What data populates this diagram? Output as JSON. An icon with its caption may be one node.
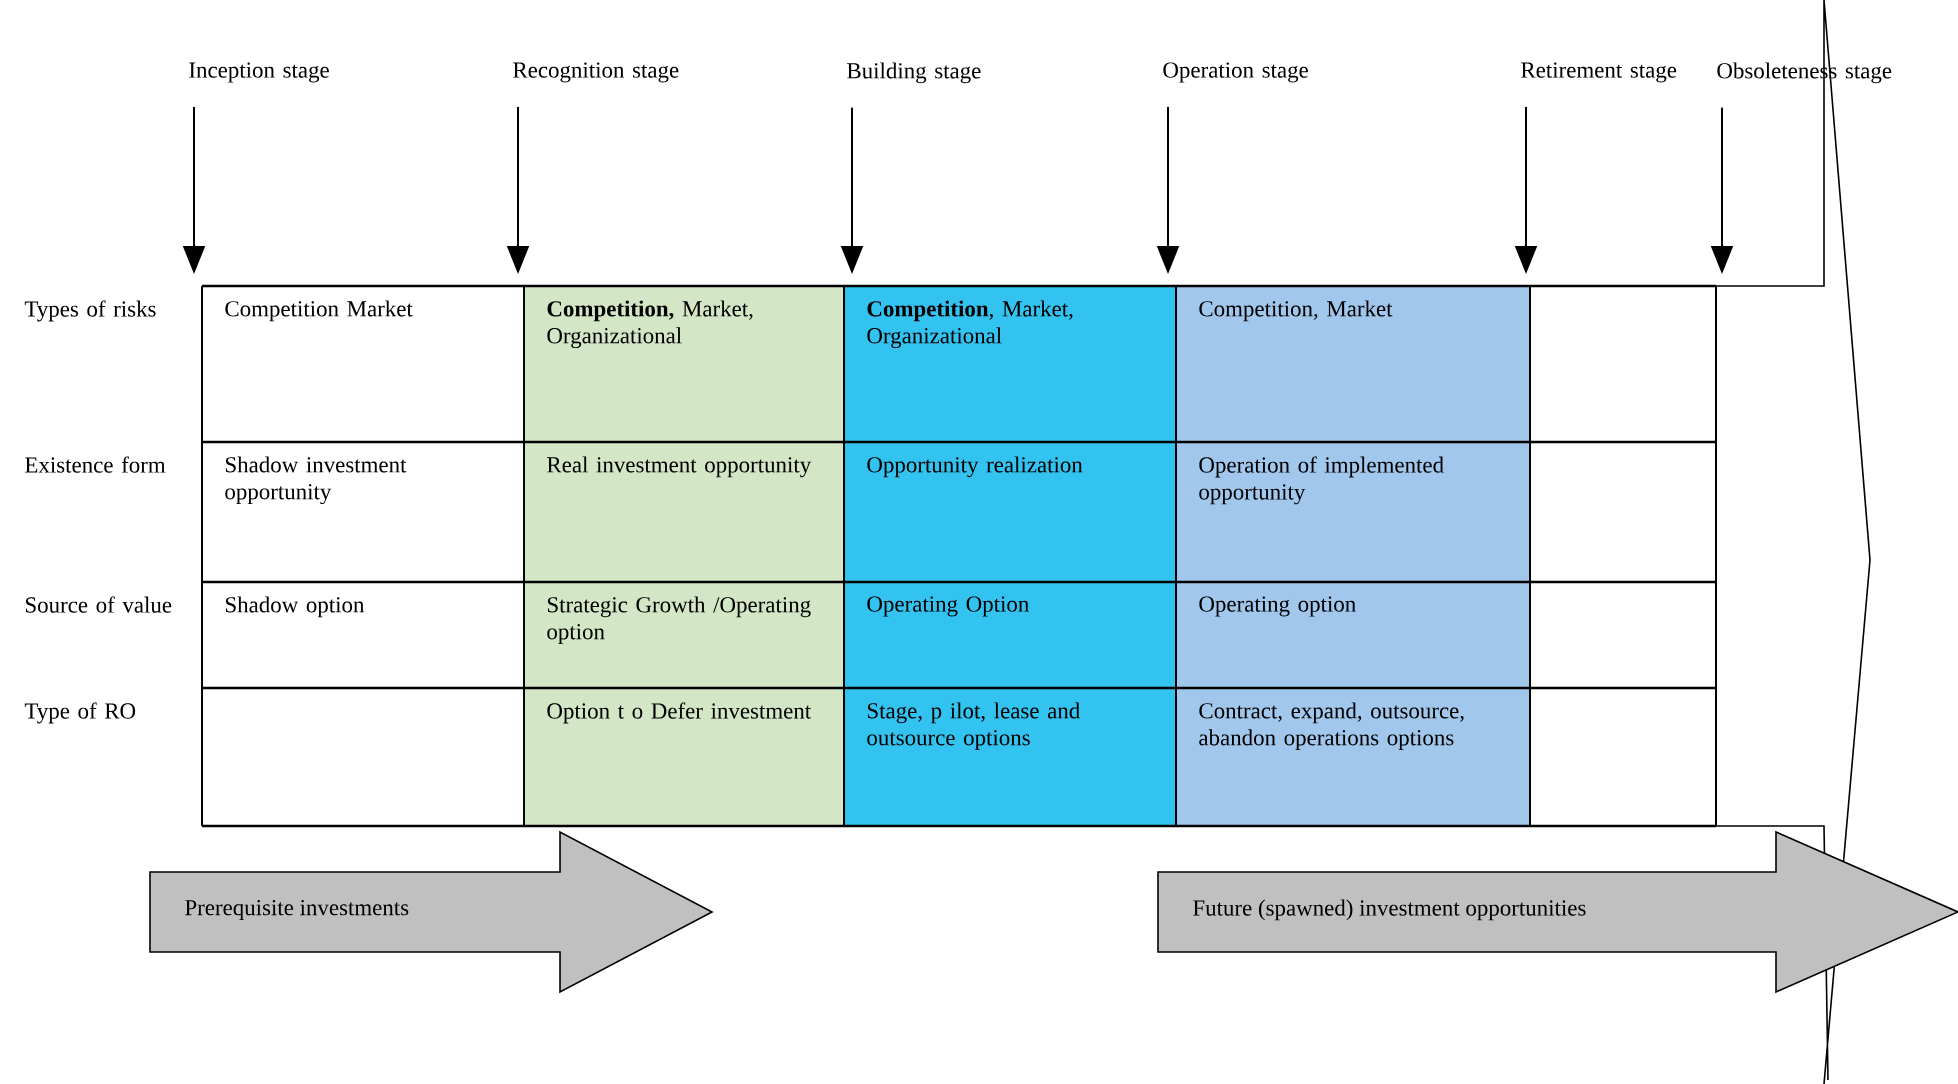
{
  "diagram": {
    "nodes": [
      {
        "text": [
          "Inception stage"
        ]
      },
      {
        "text": [
          "Recognition stage"
        ]
      },
      {
        "text": [
          "Building stage"
        ]
      },
      {
        "text": [
          "Operation stage"
        ]
      },
      {
        "text": [
          "Retirement stage"
        ]
      },
      {
        "text": [
          "Obsoleteness stage"
        ]
      },
      {
        "text": [
          "Prerequisite investments"
        ]
      },
      {
        "text": [
          "Future (spawned) investment opportunities"
        ]
      }
    ],
    "edges": [
      {
        "from": 0,
        "to": null,
        "arrow": "to"
      },
      {
        "from": 1,
        "to": null,
        "arrow": "to"
      },
      {
        "from": 2,
        "to": null,
        "arrow": "to"
      },
      {
        "from": 3,
        "to": null,
        "arrow": "to"
      },
      {
        "from": 4,
        "to": null,
        "arrow": "to"
      },
      {
        "from": 5,
        "to": null,
        "arrow": "to"
      }
    ],
    "labels": [
      "Types of risks",
      "Competition Market",
      "**Competition,** Market, Organizational",
      "**Competition**, Market, Organizational",
      "Competition, Market",
      "Existence form",
      "Shadow investment opportunity",
      "Real investment opportunity",
      "Opportunity realization",
      "Operation of implemented opportunity",
      "Source of value",
      "Shadow option",
      "Strategic Growth /Operating option",
      "Operating Option",
      "Operating option",
      "Type of RO",
      "Option t o Defer investment",
      "Stage, p ilot, lease and outsource options",
      "Contract, expand, outsource, abandon operations options"
    ]
  }
}
